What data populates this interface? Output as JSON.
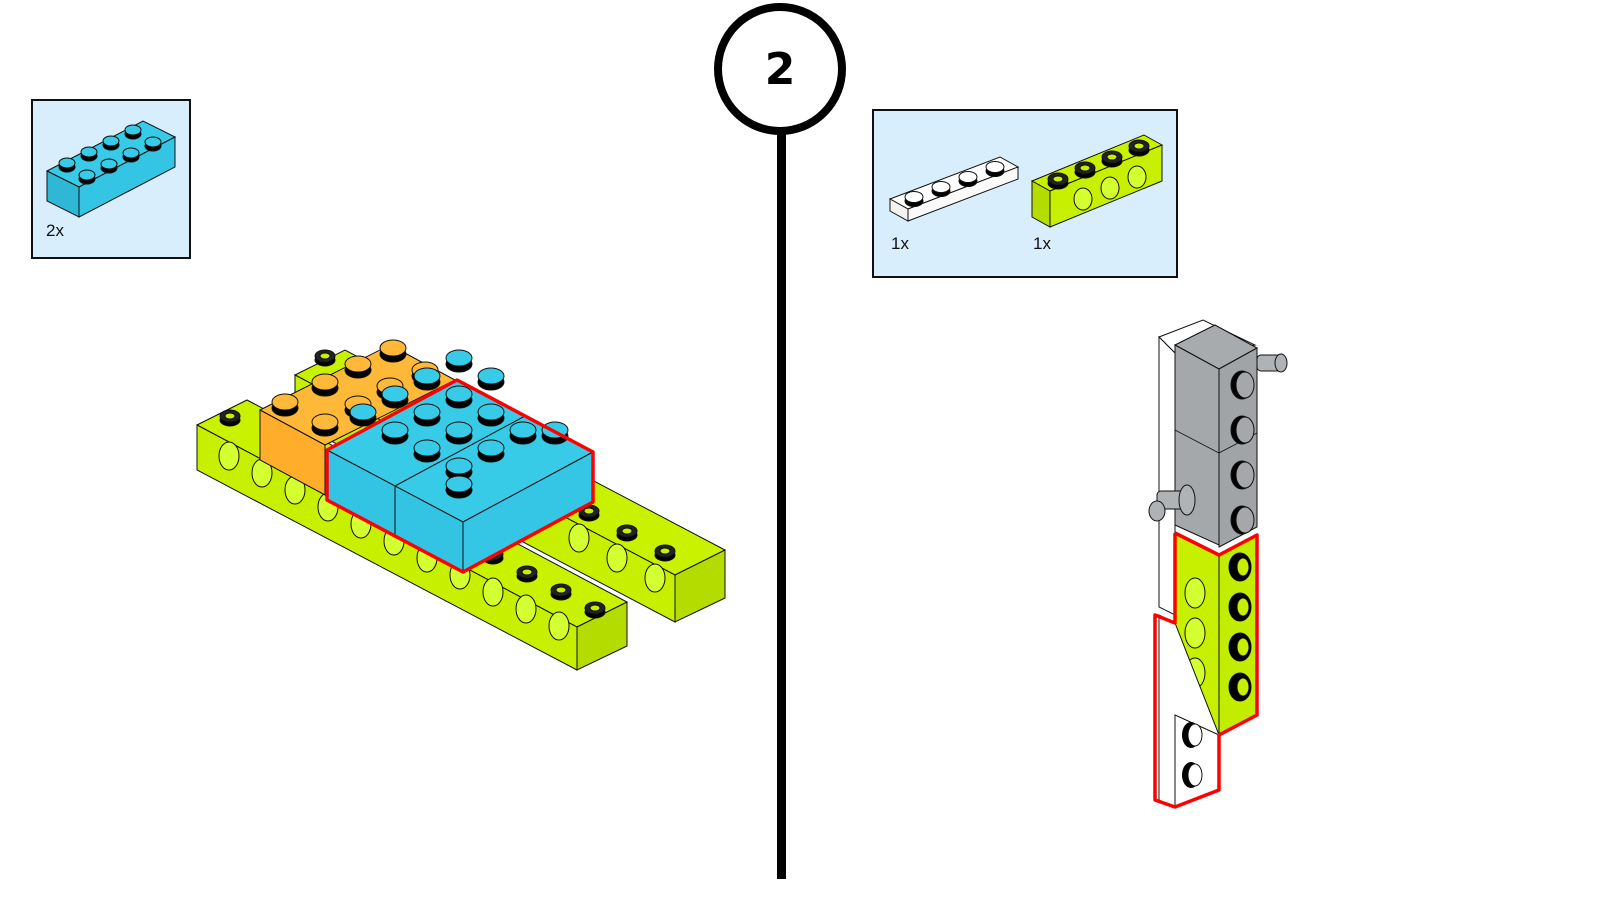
{
  "step": {
    "number": "2"
  },
  "parts_left": {
    "items": [
      {
        "name": "2x4 brick",
        "color": "#35c7e6",
        "quantity": "2x"
      }
    ]
  },
  "parts_right": {
    "items": [
      {
        "name": "1x4 plate",
        "color": "#ffffff",
        "quantity": "1x"
      },
      {
        "name": "1x4 technic beam",
        "color": "#c6f000",
        "quantity": "1x"
      }
    ]
  },
  "colors": {
    "azure": "#35c7e6",
    "lime": "#c6f000",
    "orange": "#ffb533",
    "gray": "#a5a8ab",
    "highlight": "#ff0000",
    "callout_bg": "#d8eefc"
  }
}
